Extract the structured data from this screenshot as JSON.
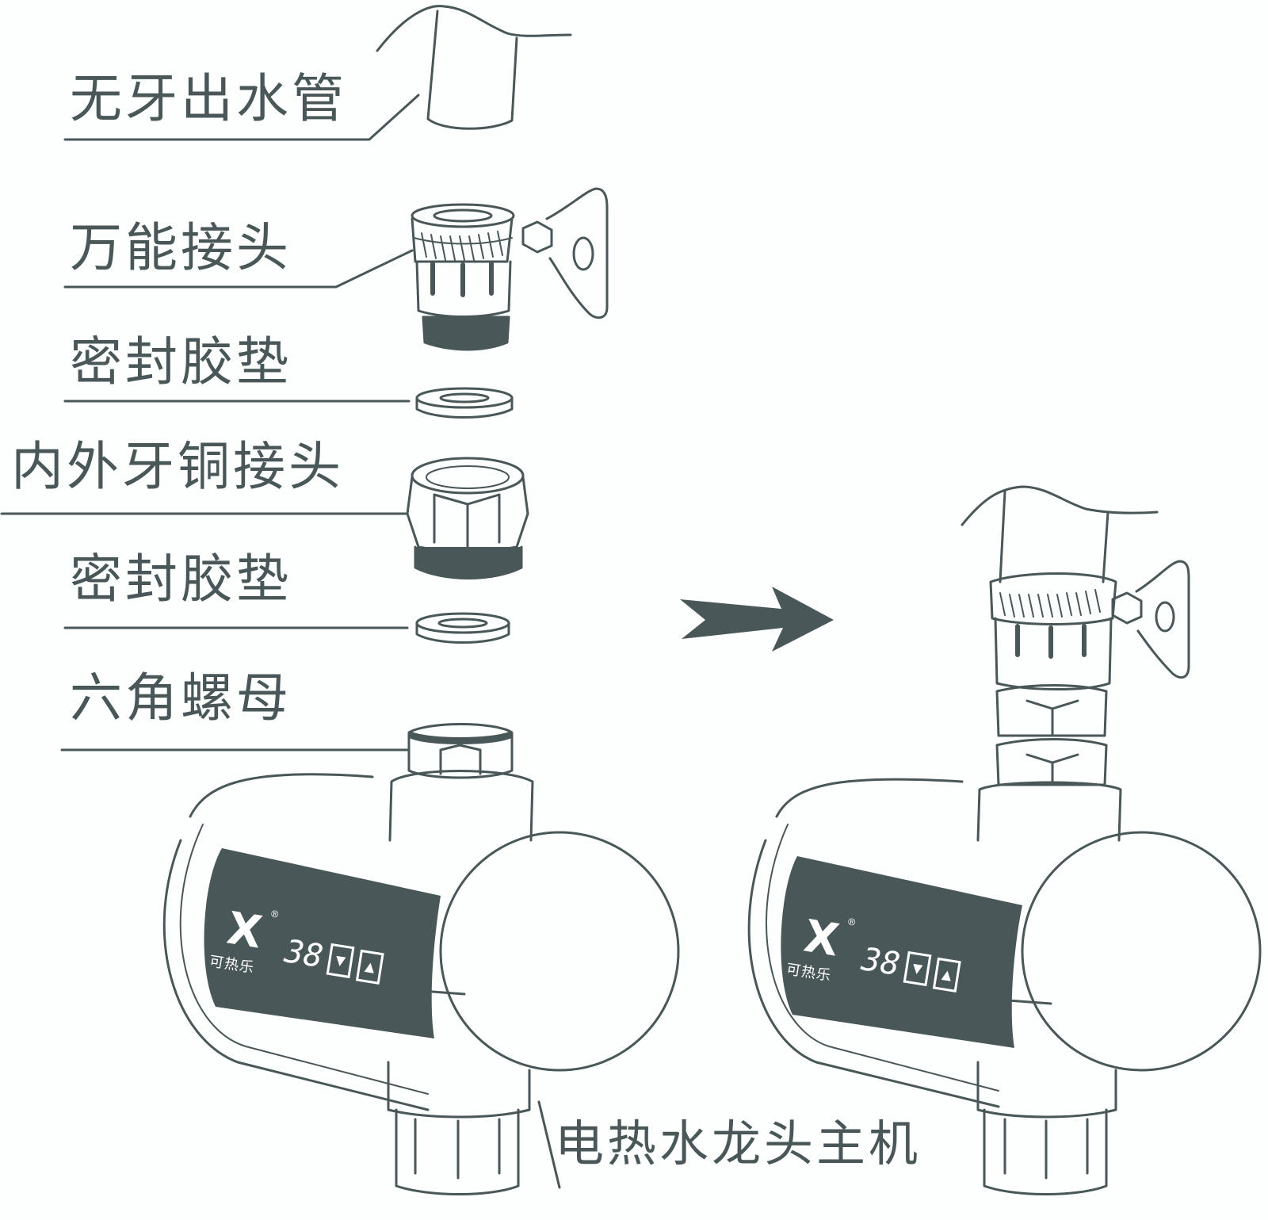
{
  "colors": {
    "ink": "#4a5758",
    "paper": "#fdfefe",
    "panel_text": "#ffffff"
  },
  "parts": [
    {
      "id": "unthreaded-outlet-pipe",
      "label": "无牙出水管"
    },
    {
      "id": "universal-adapter",
      "label": "万能接头"
    },
    {
      "id": "rubber-gasket-1",
      "label": "密封胶垫"
    },
    {
      "id": "brass-adapter",
      "label": "内外牙铜接头"
    },
    {
      "id": "rubber-gasket-2",
      "label": "密封胶垫"
    },
    {
      "id": "hex-nut",
      "label": "六角螺母"
    }
  ],
  "main_unit": {
    "label": "电热水龙头主机"
  },
  "arrow": {
    "icon": "right-arrow-icon",
    "meaning": "assembled result"
  },
  "devices": [
    {
      "id": "exploded",
      "brand": "可热乐",
      "registered_mark": "®",
      "temperature": "38",
      "down_icon": "down-arrow-icon",
      "up_icon": "up-arrow-icon"
    },
    {
      "id": "assembled",
      "brand": "可热乐",
      "registered_mark": "®",
      "temperature": "38",
      "down_icon": "down-arrow-icon",
      "up_icon": "up-arrow-icon"
    }
  ]
}
